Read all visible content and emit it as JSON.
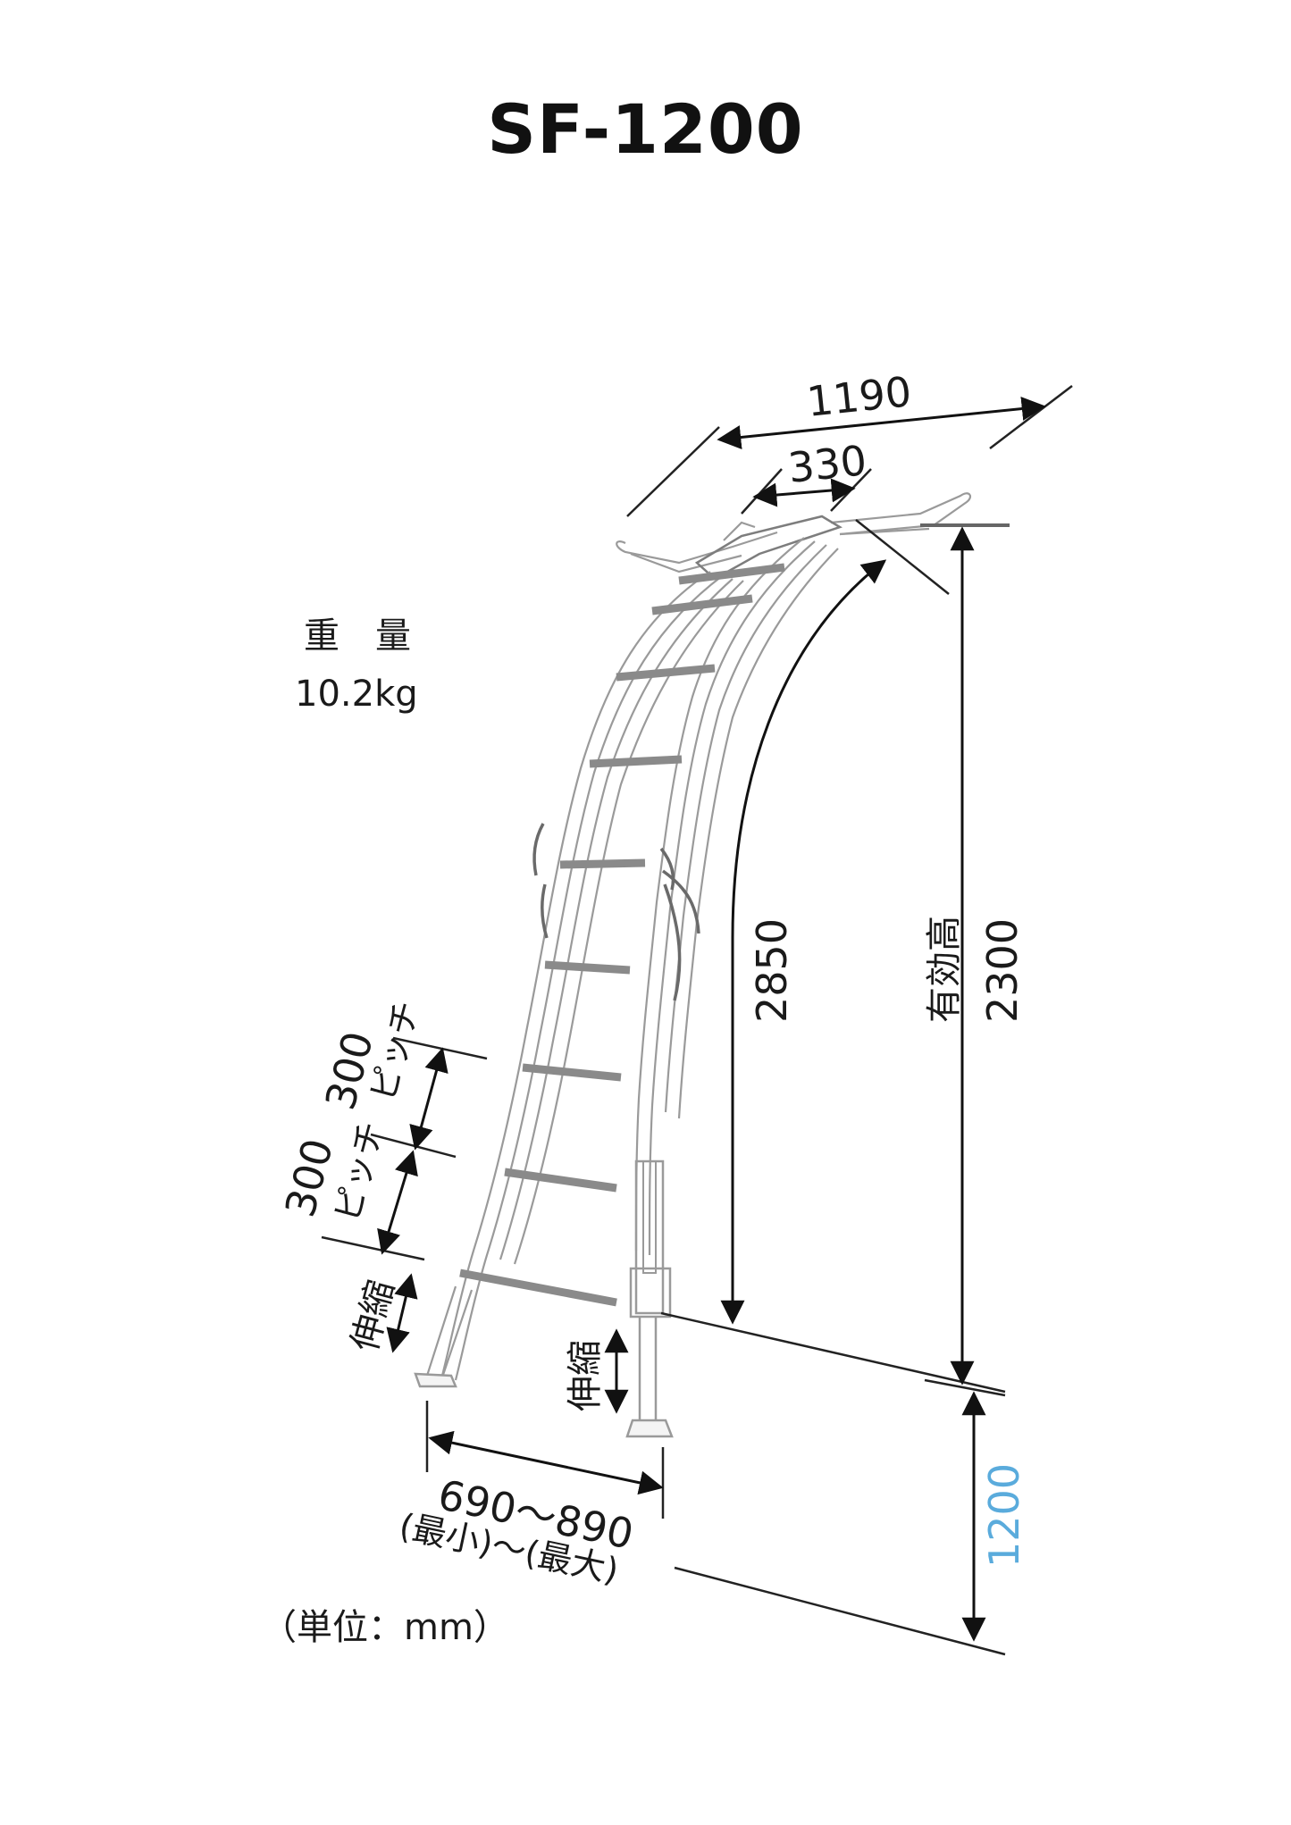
{
  "title": "SF-1200",
  "weight": {
    "label": "重　量",
    "value": "10.2kg"
  },
  "units": "（単位：mm）",
  "dimensions": {
    "overall_top_width": "1190",
    "inner_top_width": "330",
    "ladder_length": "2850",
    "effective_height_label": "有効高",
    "effective_height": "2300",
    "model_height": "1200",
    "step_pitch_1": "300",
    "step_pitch_1_label": "ピッチ",
    "step_pitch_2": "300",
    "step_pitch_2_label": "ピッチ",
    "front_leg_adjust_label": "伸縮",
    "rear_leg_adjust_label": "伸縮",
    "base_span": "690～890",
    "base_span_note": "(最小)～(最大)"
  },
  "colors": {
    "text": "#1a1a1a",
    "accent_dimension": "#5aabdc",
    "ladder_line": "#9a9a9a",
    "background": "#ffffff"
  }
}
